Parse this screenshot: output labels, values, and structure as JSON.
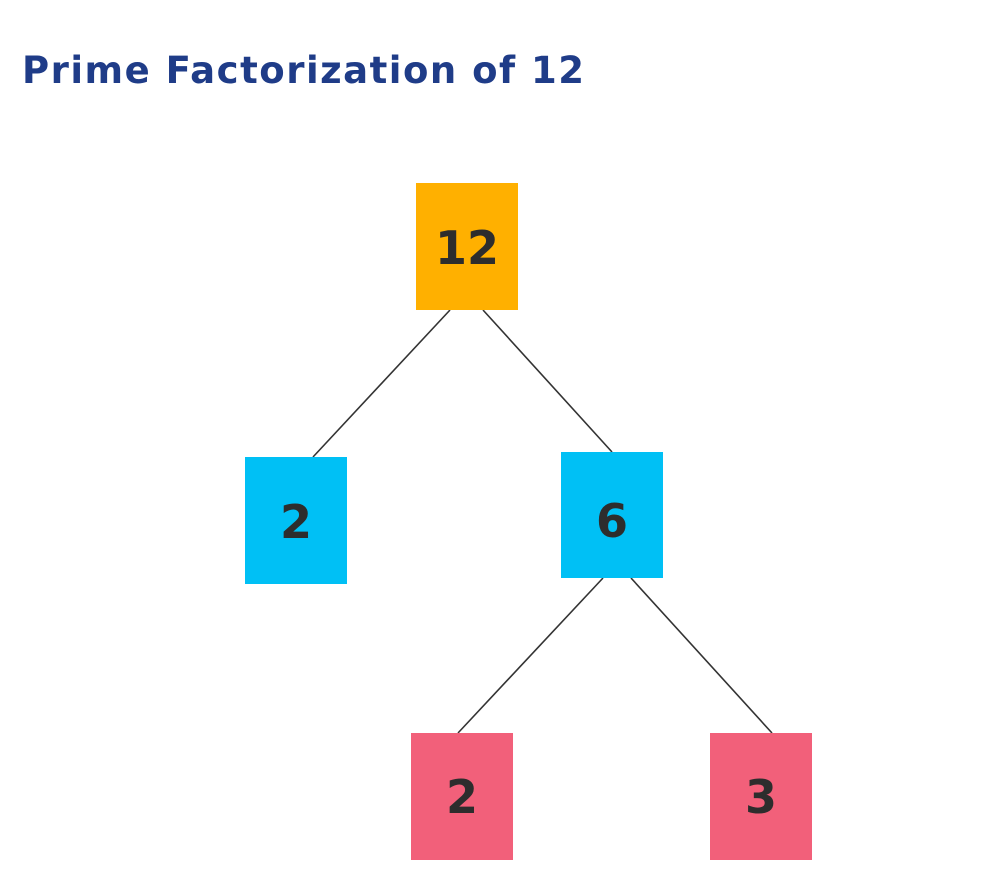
{
  "title": "Prime Factorization of 12",
  "colors": {
    "title": "#1f3c88",
    "root": "#ffb000",
    "composite_factor": "#00c0f5",
    "prime_leaf": "#f2607a",
    "edge": "#333333",
    "label": "#2d2d2d"
  },
  "tree": {
    "nodes": [
      {
        "id": "n12",
        "label": "12",
        "kind": "root"
      },
      {
        "id": "n2a",
        "label": "2",
        "kind": "composite_factor"
      },
      {
        "id": "n6",
        "label": "6",
        "kind": "composite_factor"
      },
      {
        "id": "n2b",
        "label": "2",
        "kind": "prime_leaf"
      },
      {
        "id": "n3",
        "label": "3",
        "kind": "prime_leaf"
      }
    ],
    "edges": [
      {
        "from": "n12",
        "to": "n2a"
      },
      {
        "from": "n12",
        "to": "n6"
      },
      {
        "from": "n6",
        "to": "n2b"
      },
      {
        "from": "n6",
        "to": "n3"
      }
    ]
  }
}
